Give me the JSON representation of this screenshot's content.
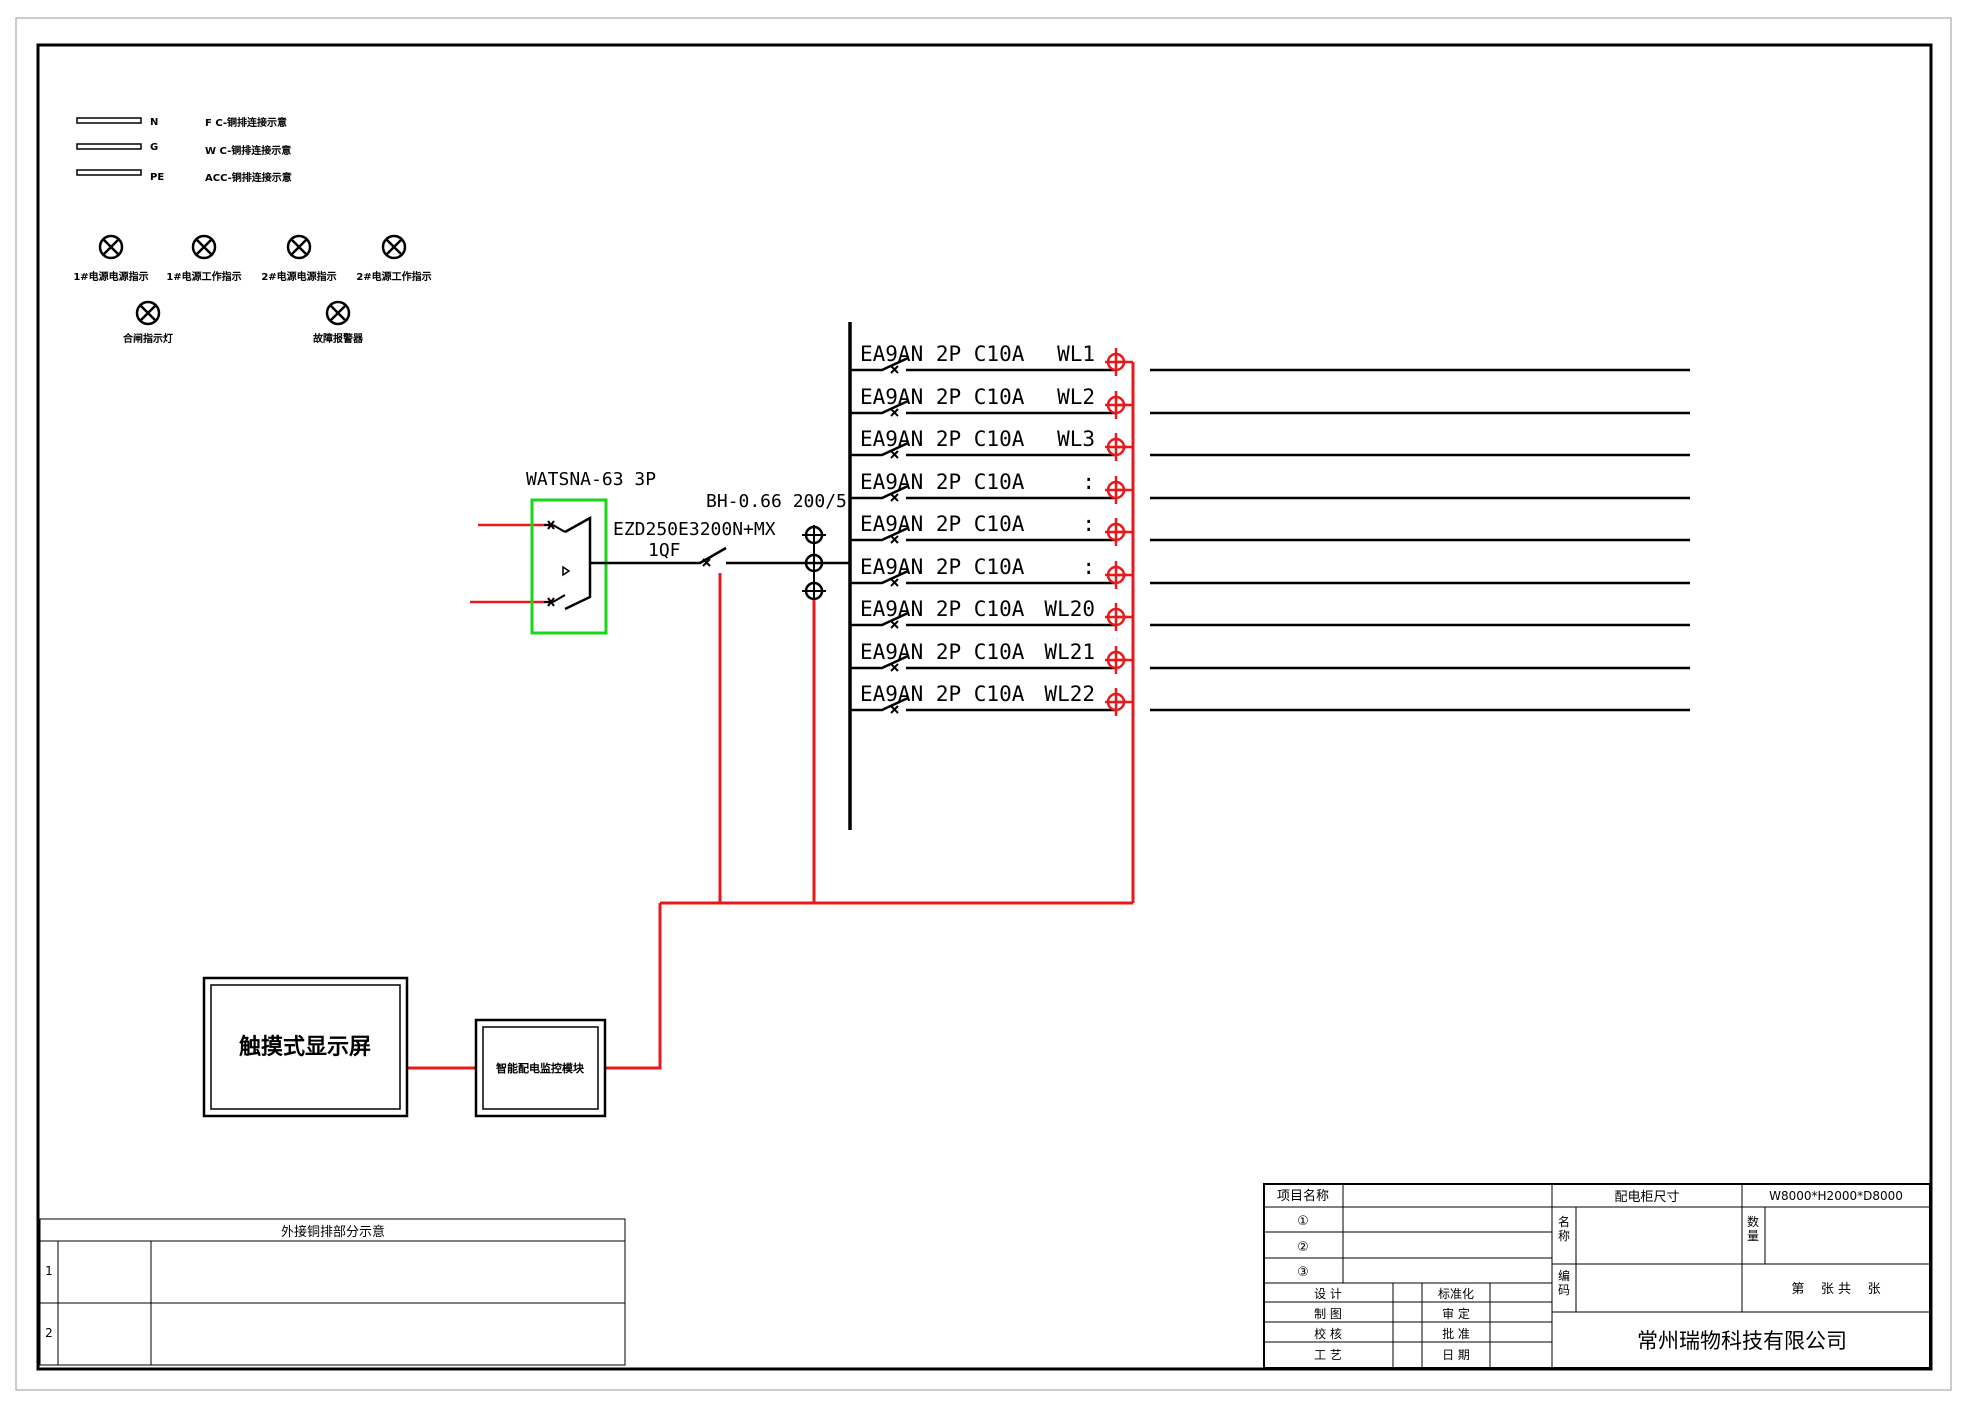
{
  "legend": [
    {
      "code": "N",
      "desc": "F C-铜排连接示意"
    },
    {
      "code": "G",
      "desc": "W C-铜排连接示意"
    },
    {
      "code": "PE",
      "desc": "ACC-铜排连接示意"
    }
  ],
  "indicators": [
    "1#电源电源指示",
    "1#电源工作指示",
    "2#电源电源指示",
    "2#电源工作指示",
    "合闸指示灯",
    "故障报警器"
  ],
  "ats": {
    "label": "WATSNA-63 3P"
  },
  "main_breaker": {
    "model": "EZD250E3200N+MX",
    "tag": "1QF"
  },
  "ct": {
    "label": "BH-0.66 200/5"
  },
  "branches": [
    {
      "model": "EA9AN 2P C10A",
      "tag": "WL1"
    },
    {
      "model": "EA9AN 2P C10A",
      "tag": "WL2"
    },
    {
      "model": "EA9AN 2P C10A",
      "tag": "WL3"
    },
    {
      "model": "EA9AN 2P C10A",
      "tag": ":"
    },
    {
      "model": "EA9AN 2P C10A",
      "tag": ":"
    },
    {
      "model": "EA9AN 2P C10A",
      "tag": ":"
    },
    {
      "model": "EA9AN 2P C10A",
      "tag": "WL20"
    },
    {
      "model": "EA9AN 2P C10A",
      "tag": "WL21"
    },
    {
      "model": "EA9AN 2P C10A",
      "tag": "WL22"
    }
  ],
  "display": {
    "label": "触摸式显示屏"
  },
  "monitor": {
    "label": "智能配电监控模块"
  },
  "busbar_table": {
    "title": "外接铜排部分示意",
    "rows": [
      "1",
      "2"
    ]
  },
  "title_block": {
    "project_label": "项目名称",
    "items": [
      "①",
      "②",
      "③"
    ],
    "roles_left": [
      "设  计",
      "制  图",
      "校  核",
      "工  艺"
    ],
    "roles_right": [
      "标准化",
      "审  定",
      "批  准",
      "日  期"
    ],
    "cabinet_size_label": "配电柜尺寸",
    "cabinet_size_value": "W8000*H2000*D8000",
    "name_label": "名\n称",
    "qty_label": "数\n量",
    "code_label": "编\n码",
    "sheet_label": "第    张 共    张",
    "company": "常州瑞物科技有限公司"
  }
}
